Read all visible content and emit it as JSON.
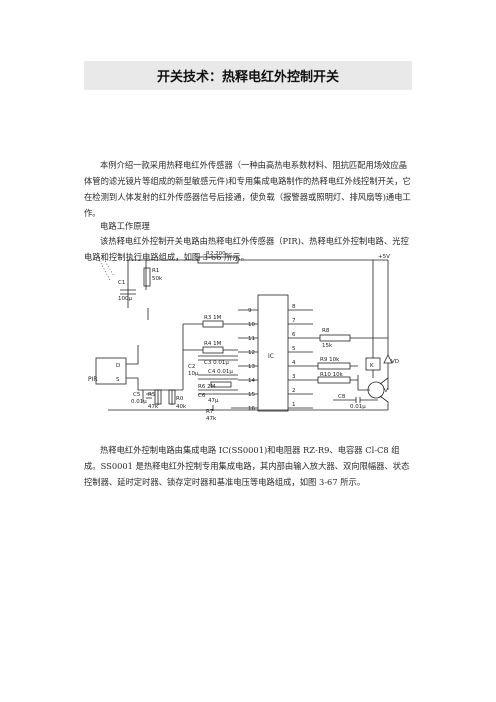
{
  "header": {
    "title": "开关技术：热释电红外控制开关"
  },
  "body": {
    "intro": "本例介绍一款采用热释电红外传感器（一种由高热电系数材料、阻抗匹配用场效应晶体管的滤光镜片等组成的新型敏感元件)和专用集成电路制作的热释电红外线控制开关，它在检测到人体发射的红外传感器信号后接通，使负载（报警器或照明灯、排风扇等)通电工作。",
    "section_heading": "电路工作原理",
    "circuit_intro": "该热释电红外控制开关电路由热释电红外传感器（PIR)、热释电红外控制电路、光控电路和控制执行电路组成，如图 3-66 所示。",
    "circuit_desc": "热释电红外控制电路由集成电路 IC(SS0001)和电阻器 RZ-R9、电容器 Cl-C8 组成。SS0001 是热释电红外控制专用集成电路，其内部由输入放大器、双向限幅器、状态控制器、延时定时器、锁存定时器和基准电压等电路组成，如图 3-67 所示。"
  },
  "figure": {
    "labels": {
      "r2": "R2 200",
      "vcc": "+5V",
      "c1_name": "C1",
      "c1_val": "100μ",
      "r1_name": "R1",
      "r1_val": "50k",
      "r3": "R3 1M",
      "r4": "R4 1M",
      "c2": "C2",
      "c2_val": "10μ",
      "c3": "C3 0.01μ",
      "c4": "C4 0.01μ",
      "r6": "R6 2M",
      "c6": "C6",
      "c6_val": "47μ",
      "r7": "R7",
      "r7_val": "47k",
      "ic": "IC",
      "pir": "PIR",
      "d": "D",
      "s": "S",
      "c5": "C5",
      "c5_val": "0.01μ",
      "r5": "R5",
      "r5_val": "47k",
      "r0": "R0",
      "r0_val": "40k",
      "r8": "R8",
      "r8_val": "15k",
      "r9": "R9 10k",
      "r10": "R10 10k",
      "c8": "C8",
      "c8_val": "0.01μ",
      "k": "K",
      "vd": "VD",
      "v": "V",
      "pins_left": [
        "9",
        "10",
        "11",
        "12",
        "13",
        "14",
        "15",
        "16"
      ],
      "pins_right": [
        "8",
        "7",
        "6",
        "5",
        "4",
        "3",
        "2",
        "1"
      ]
    }
  }
}
